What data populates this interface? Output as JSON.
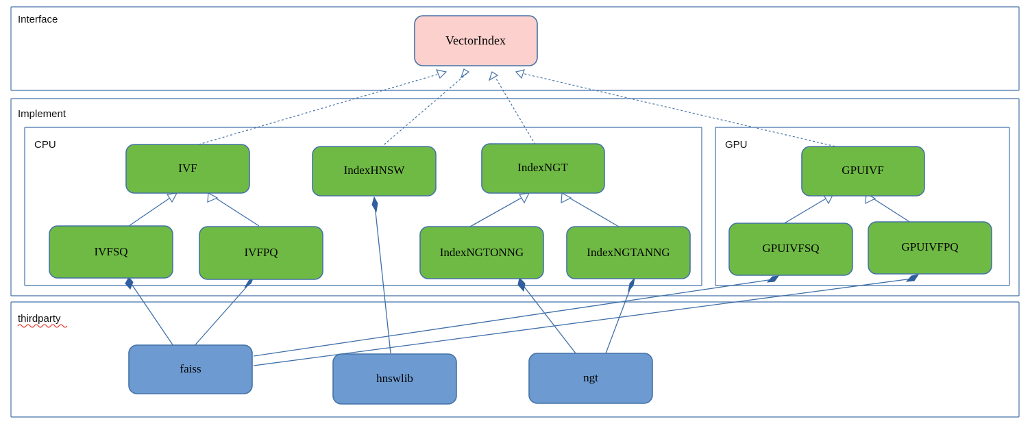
{
  "colors": {
    "interface_fill": "#fcd0cd",
    "impl_fill": "#6fba44",
    "thirdparty_fill": "#6d9bd1",
    "border": "#4572a7",
    "edge": "#3f6fa8",
    "diamond": "#2f5f9e",
    "background": "#ffffff",
    "spellcheck_underline": "#e03020"
  },
  "groups": {
    "interface": {
      "label": "Interface"
    },
    "implement": {
      "label": "Implement"
    },
    "cpu": {
      "label": "CPU"
    },
    "gpu": {
      "label": "GPU"
    },
    "thirdparty": {
      "label": "thirdparty"
    }
  },
  "nodes": {
    "vector_index": {
      "label": "VectorIndex"
    },
    "ivf": {
      "label": "IVF"
    },
    "index_hnsw": {
      "label": "IndexHNSW"
    },
    "index_ngt": {
      "label": "IndexNGT"
    },
    "gpuivf": {
      "label": "GPUIVF"
    },
    "ivfsq": {
      "label": "IVFSQ"
    },
    "ivfpq": {
      "label": "IVFPQ"
    },
    "ngt_onng": {
      "label": "IndexNGTONNG"
    },
    "ngt_anng": {
      "label": "IndexNGTANNG"
    },
    "gpuivfsq": {
      "label": "GPUIVFSQ"
    },
    "gpuivfpq": {
      "label": "GPUIVFPQ"
    },
    "faiss": {
      "label": "faiss"
    },
    "hnswlib": {
      "label": "hnswlib"
    },
    "ngt": {
      "label": "ngt"
    }
  },
  "edges": {
    "realization": [
      {
        "from": "ivf",
        "to": "vector_index",
        "style": "dashed",
        "head": "hollow-triangle"
      },
      {
        "from": "index_hnsw",
        "to": "vector_index",
        "style": "dashed",
        "head": "hollow-triangle"
      },
      {
        "from": "index_ngt",
        "to": "vector_index",
        "style": "dashed",
        "head": "hollow-triangle"
      },
      {
        "from": "gpuivf",
        "to": "vector_index",
        "style": "dashed",
        "head": "hollow-triangle"
      }
    ],
    "inheritance": [
      {
        "from": "ivfsq",
        "to": "ivf",
        "style": "solid",
        "head": "hollow-triangle"
      },
      {
        "from": "ivfpq",
        "to": "ivf",
        "style": "solid",
        "head": "hollow-triangle"
      },
      {
        "from": "ngt_onng",
        "to": "index_ngt",
        "style": "solid",
        "head": "hollow-triangle"
      },
      {
        "from": "ngt_anng",
        "to": "index_ngt",
        "style": "solid",
        "head": "hollow-triangle"
      },
      {
        "from": "gpuivfsq",
        "to": "gpuivf",
        "style": "solid",
        "head": "hollow-triangle"
      },
      {
        "from": "gpuivfpq",
        "to": "gpuivf",
        "style": "solid",
        "head": "hollow-triangle"
      }
    ],
    "composition": [
      {
        "from": "faiss",
        "to": "ivfsq",
        "style": "solid",
        "head": "filled-diamond"
      },
      {
        "from": "faiss",
        "to": "ivfpq",
        "style": "solid",
        "head": "filled-diamond"
      },
      {
        "from": "faiss",
        "to": "gpuivfsq",
        "style": "solid",
        "head": "filled-diamond"
      },
      {
        "from": "faiss",
        "to": "gpuivfpq",
        "style": "solid",
        "head": "filled-diamond"
      },
      {
        "from": "hnswlib",
        "to": "index_hnsw",
        "style": "solid",
        "head": "filled-diamond"
      },
      {
        "from": "ngt",
        "to": "ngt_onng",
        "style": "solid",
        "head": "filled-diamond"
      },
      {
        "from": "ngt",
        "to": "ngt_anng",
        "style": "solid",
        "head": "filled-diamond"
      }
    ]
  }
}
